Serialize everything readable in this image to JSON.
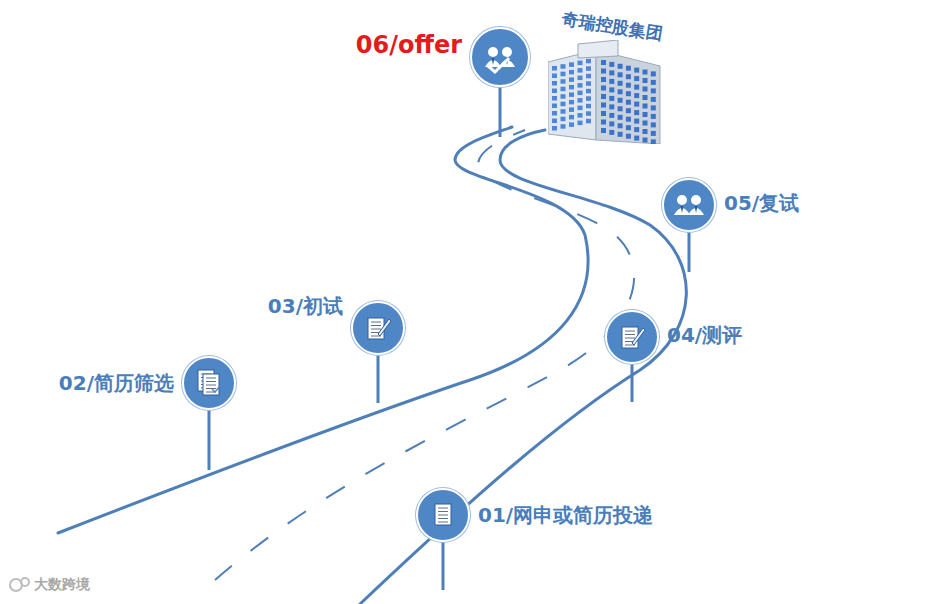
{
  "diagram": {
    "nodes": [
      {
        "text": [
          "01/网申或简历投递"
        ]
      },
      {
        "text": [
          "02/简历筛选"
        ]
      },
      {
        "text": [
          "03/初试"
        ]
      },
      {
        "text": [
          "04/测评"
        ]
      },
      {
        "text": [
          "05/复试"
        ]
      },
      {
        "text": [
          "06/offer"
        ]
      },
      {
        "text": [
          "奇瑞控股集团"
        ]
      }
    ],
    "labels": [
      "大数跨境"
    ]
  }
}
